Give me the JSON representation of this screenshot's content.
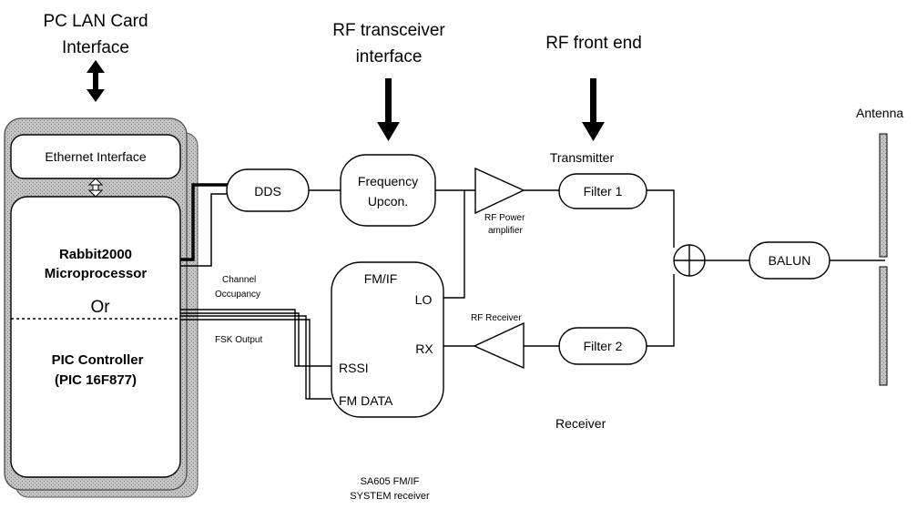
{
  "headings": {
    "pc_lan_line1": "PC LAN Card",
    "pc_lan_line2": "Interface",
    "rf_transceiver_line1": "RF transceiver",
    "rf_transceiver_line2": "interface",
    "rf_front_end": "RF front end"
  },
  "controller": {
    "ethernet": "Ethernet Interface",
    "rabbit_line1": "Rabbit2000",
    "rabbit_line2": "Microprocessor",
    "or": "Or",
    "pic_line1": "PIC  Controller",
    "pic_line2": "(PIC 16F877)"
  },
  "blocks": {
    "dds": "DDS",
    "upcon_line1": "Frequency",
    "upcon_line2": "Upcon.",
    "filter1": "Filter 1",
    "filter2": "Filter 2",
    "balun": "BALUN"
  },
  "receiver_chip": {
    "fmif": "FM/IF",
    "lo": "LO",
    "rx": "RX",
    "rssi": "RSSI",
    "fm_data": "FM DATA",
    "caption_line1": "SA605 FM/IF",
    "caption_line2": "SYSTEM receiver"
  },
  "labels": {
    "transmitter": "Transmitter",
    "receiver": "Receiver",
    "antenna": "Antenna",
    "rf_power_line1": "RF Power",
    "rf_power_line2": "amplifier",
    "rf_receiver": "RF Receiver",
    "channel_line1": "Channel",
    "channel_line2": "Occupancy",
    "fsk_output": "FSK Output"
  }
}
